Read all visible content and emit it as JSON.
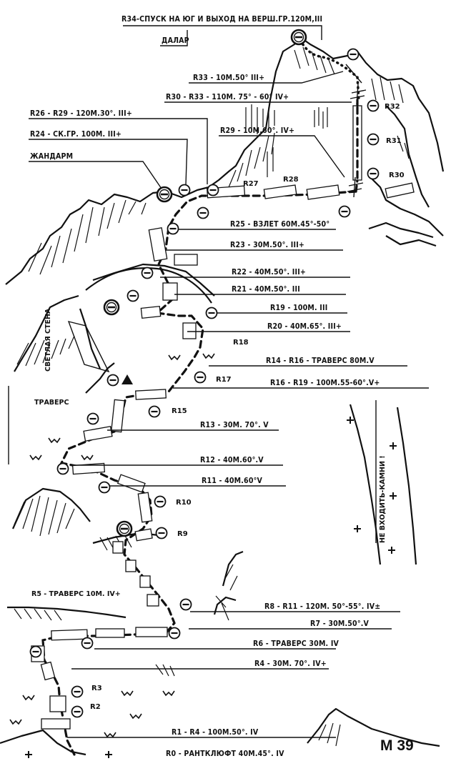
{
  "labels": {
    "r34": "R34-СПУСК НА ЮГ И ВЫХОД НА ВЕРШ.ГР.120М,III",
    "dalar": "ДАЛАР",
    "r33": "R33 - 10М.50° III+",
    "r30_33": "R30 - R33 - 110М. 75° - 60° IV+",
    "r26_29": "R26 - R29 - 120М.30°. III+",
    "r29": "R29 - 10М.60°. IV+",
    "r24": "R24 - СК.ГР. 100М. III+",
    "zhandarm": "ЖАНДАРМ",
    "r25": "R25 - ВЗЛЕТ 60М.45°-50°",
    "r23": "R23 - 30М.50°. III+",
    "r22": "R22 - 40М.50°. III+",
    "r21": "R21 - 40М.50°. III",
    "r19": "R19 - 100М. III",
    "r20": "R20 - 40М.65°. III+",
    "wall": "СВЕТЛАЯ СТЕНА",
    "r14": "R14 - R16 - ТРАВЕРС 80М.V",
    "r16": "R16 - R19 - 100М.55-60°.V+",
    "travers": "ТРАВЕРС",
    "r13": "R13 - 30М. 70°. V",
    "r12": "R12 - 40М.60°.V",
    "r11": "R11 - 40М.60°V",
    "stones": "НЕ ВХОДИТЬ-КАМНИ !",
    "r5": "R5 - ТРАВЕРС 10М. IV+",
    "r8": "R8 - R11 - 120М. 50°-55°. IV±",
    "r7": "R7 - 30М.50°.V",
    "r6": "R6 - ТРАВЕРС 30М. IV",
    "r4": "R4 - 30М. 70°. IV+",
    "r1": "R1 - R4 - 100М.50°. IV",
    "r0": "R0 - РАНТКЛЮФТ 40М.45°. IV",
    "badge": "М 39"
  },
  "points": {
    "p32": "R32",
    "p31": "R31",
    "p30": "R30",
    "p27": "R27",
    "p28": "R28",
    "p18": "R18",
    "p17": "R17",
    "p15": "R15",
    "p10": "R10",
    "p9": "R9",
    "p3": "R3",
    "p2": "R2"
  }
}
